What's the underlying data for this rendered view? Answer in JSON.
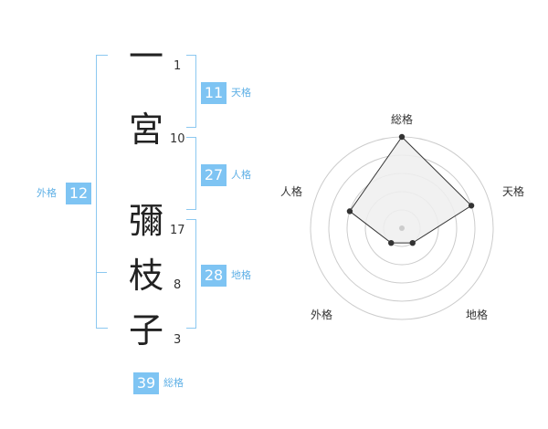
{
  "name": {
    "characters": [
      "一",
      "宮",
      "彌",
      "枝",
      "子"
    ],
    "strokes": [
      "1",
      "10",
      "17",
      "8",
      "3"
    ]
  },
  "fortunes": {
    "tenkaku": {
      "value": "11",
      "label": "天格"
    },
    "jinkaku": {
      "value": "27",
      "label": "人格"
    },
    "chikaku": {
      "value": "28",
      "label": "地格"
    },
    "gaikaku": {
      "value": "12",
      "label": "外格"
    },
    "soukaku": {
      "value": "39",
      "label": "総格"
    }
  },
  "radar": {
    "axes": [
      "総格",
      "天格",
      "地格",
      "外格",
      "人格"
    ],
    "scores": [
      1.0,
      0.8,
      0.2,
      0.2,
      0.6
    ],
    "colors": {
      "fill": "#eeeeee",
      "line": "#333333",
      "ring": "#cccccc",
      "center": "#cccccc"
    }
  },
  "colors": {
    "accent": "#7ec4f3",
    "accent_text": "#5fb0e6",
    "bracket": "#8cc8f0"
  }
}
